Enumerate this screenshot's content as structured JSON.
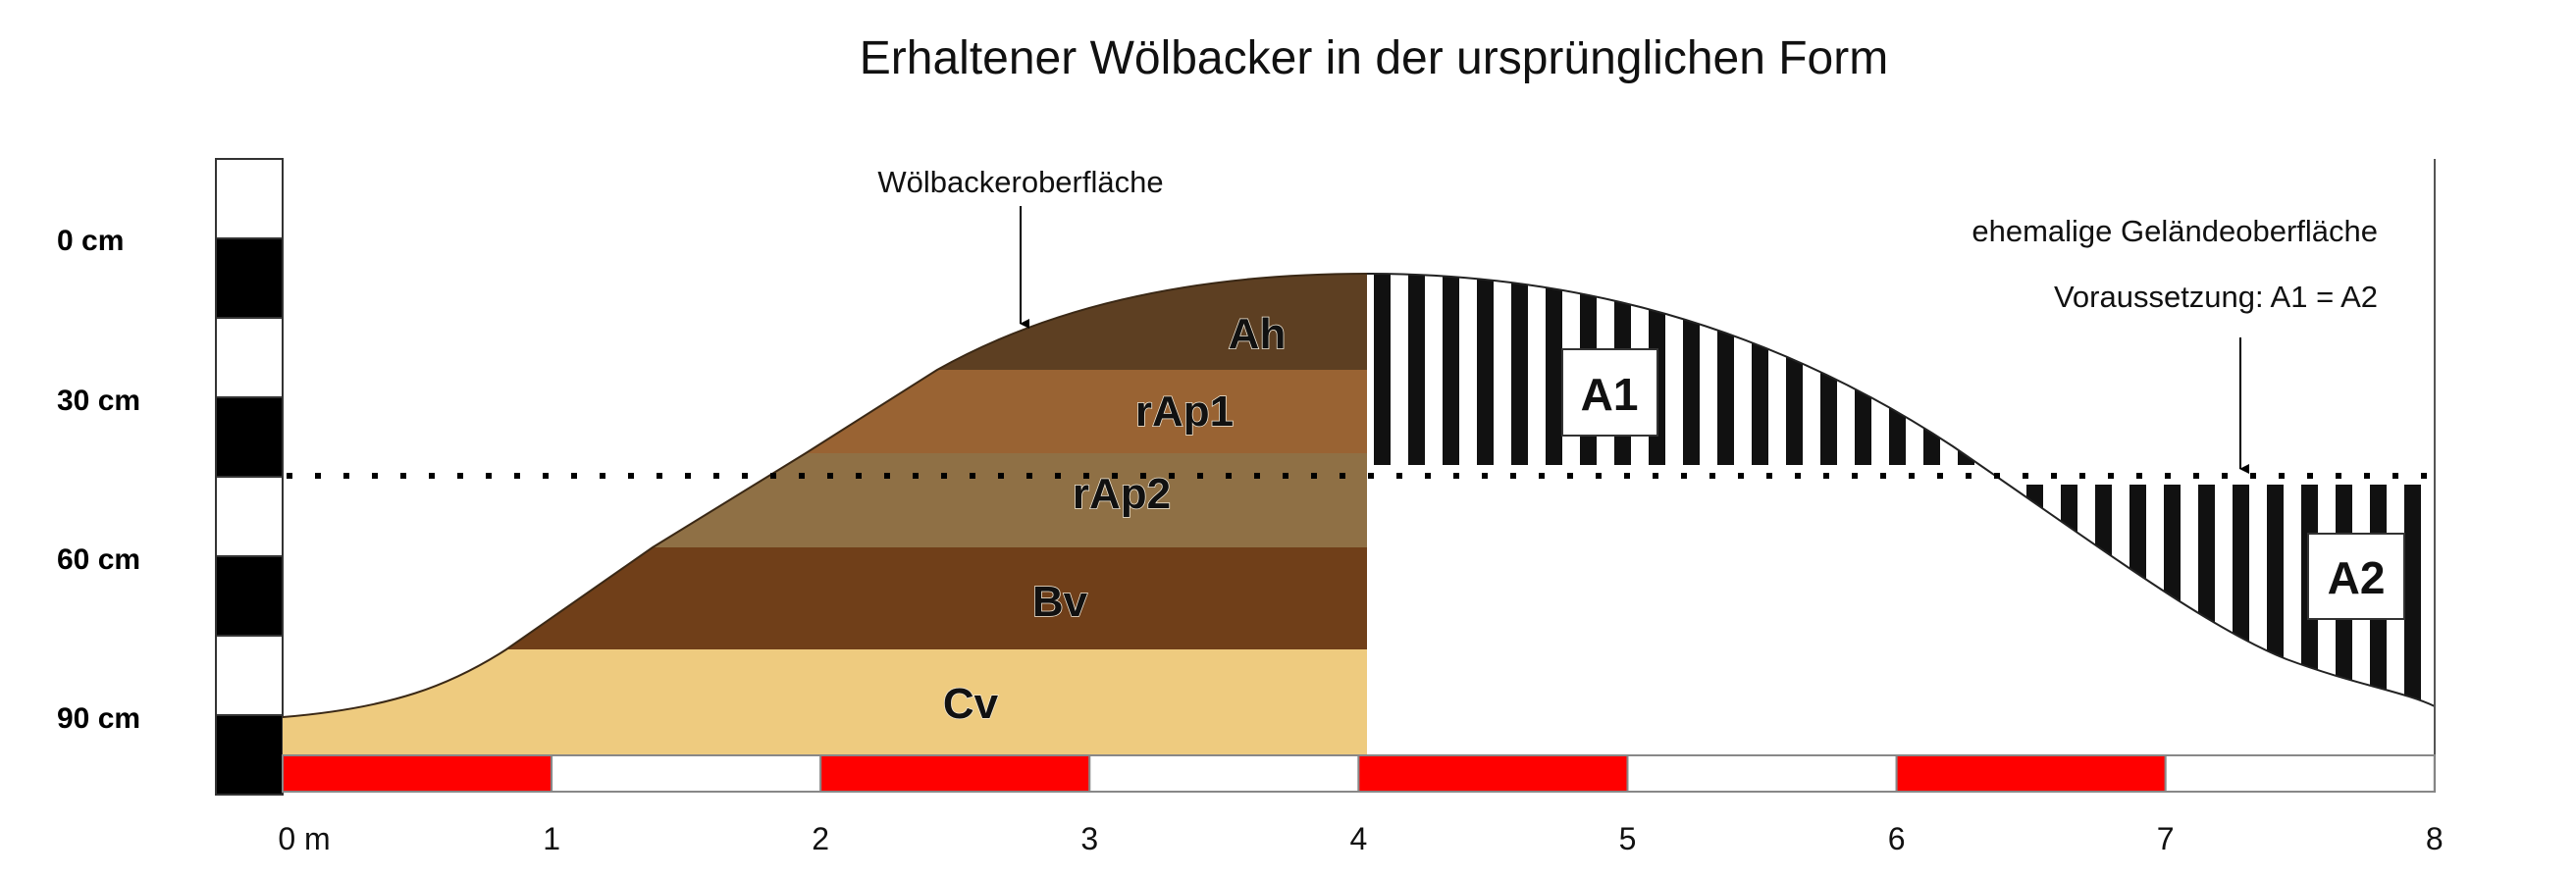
{
  "title": "Erhaltener Wölbacker in der ursprünglichen Form",
  "annotations": {
    "surface_label": "Wölbackeroberfläche",
    "former_surface_label": "ehemalige Geländeoberfläche",
    "condition_label": "Voraussetzung: A1 = A2"
  },
  "depth_scale": [
    "0 cm",
    "30 cm",
    "60 cm",
    "90 cm"
  ],
  "distance_scale": [
    "0 m",
    "1",
    "2",
    "3",
    "4",
    "5",
    "6",
    "7",
    "8"
  ],
  "layers": [
    {
      "name": "Ah",
      "color": "#5d3f22"
    },
    {
      "name": "rAp1",
      "color": "#996333"
    },
    {
      "name": "rAp2",
      "color": "#8f7045"
    },
    {
      "name": "Bv",
      "color": "#703f19"
    },
    {
      "name": "Cv",
      "color": "#eecb7f"
    }
  ],
  "areas": {
    "a1": "A1",
    "a2": "A2"
  },
  "colors": {
    "scale_red": "#ff0000",
    "hatch": "#111111"
  }
}
